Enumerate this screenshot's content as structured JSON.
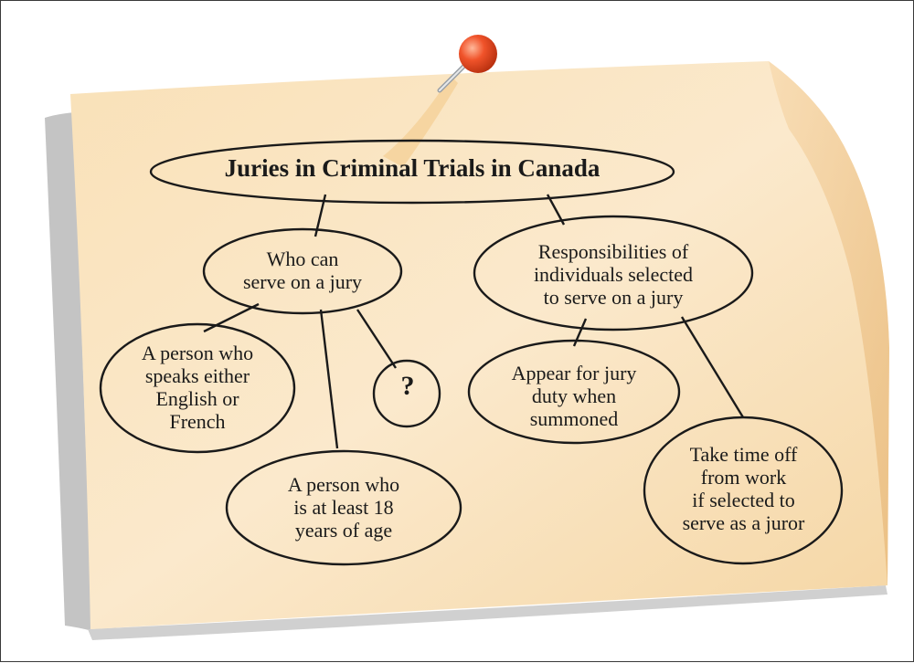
{
  "title": "Juries in Criminal Trials in Canada",
  "branches": {
    "who_can_serve": {
      "label": "Who can\nserve on a jury",
      "children": {
        "language": "A person who\nspeaks either\nEnglish or\nFrench",
        "age": "A person who\nis at least 18\nyears of age",
        "unknown": "?"
      }
    },
    "responsibilities": {
      "label": "Responsibilities of\nindividuals selected\nto serve on a jury",
      "children": {
        "appear": "Appear for jury\nduty when\nsummoned",
        "time_off": "Take time off\nfrom work\nif selected to\nserve as a juror"
      }
    }
  },
  "colors": {
    "note": "#f6d9aa",
    "note_light": "#fbe6c4",
    "shadow": "#bdbdbd",
    "pin_head": "#f0532a",
    "ink": "#1a1a1a"
  }
}
